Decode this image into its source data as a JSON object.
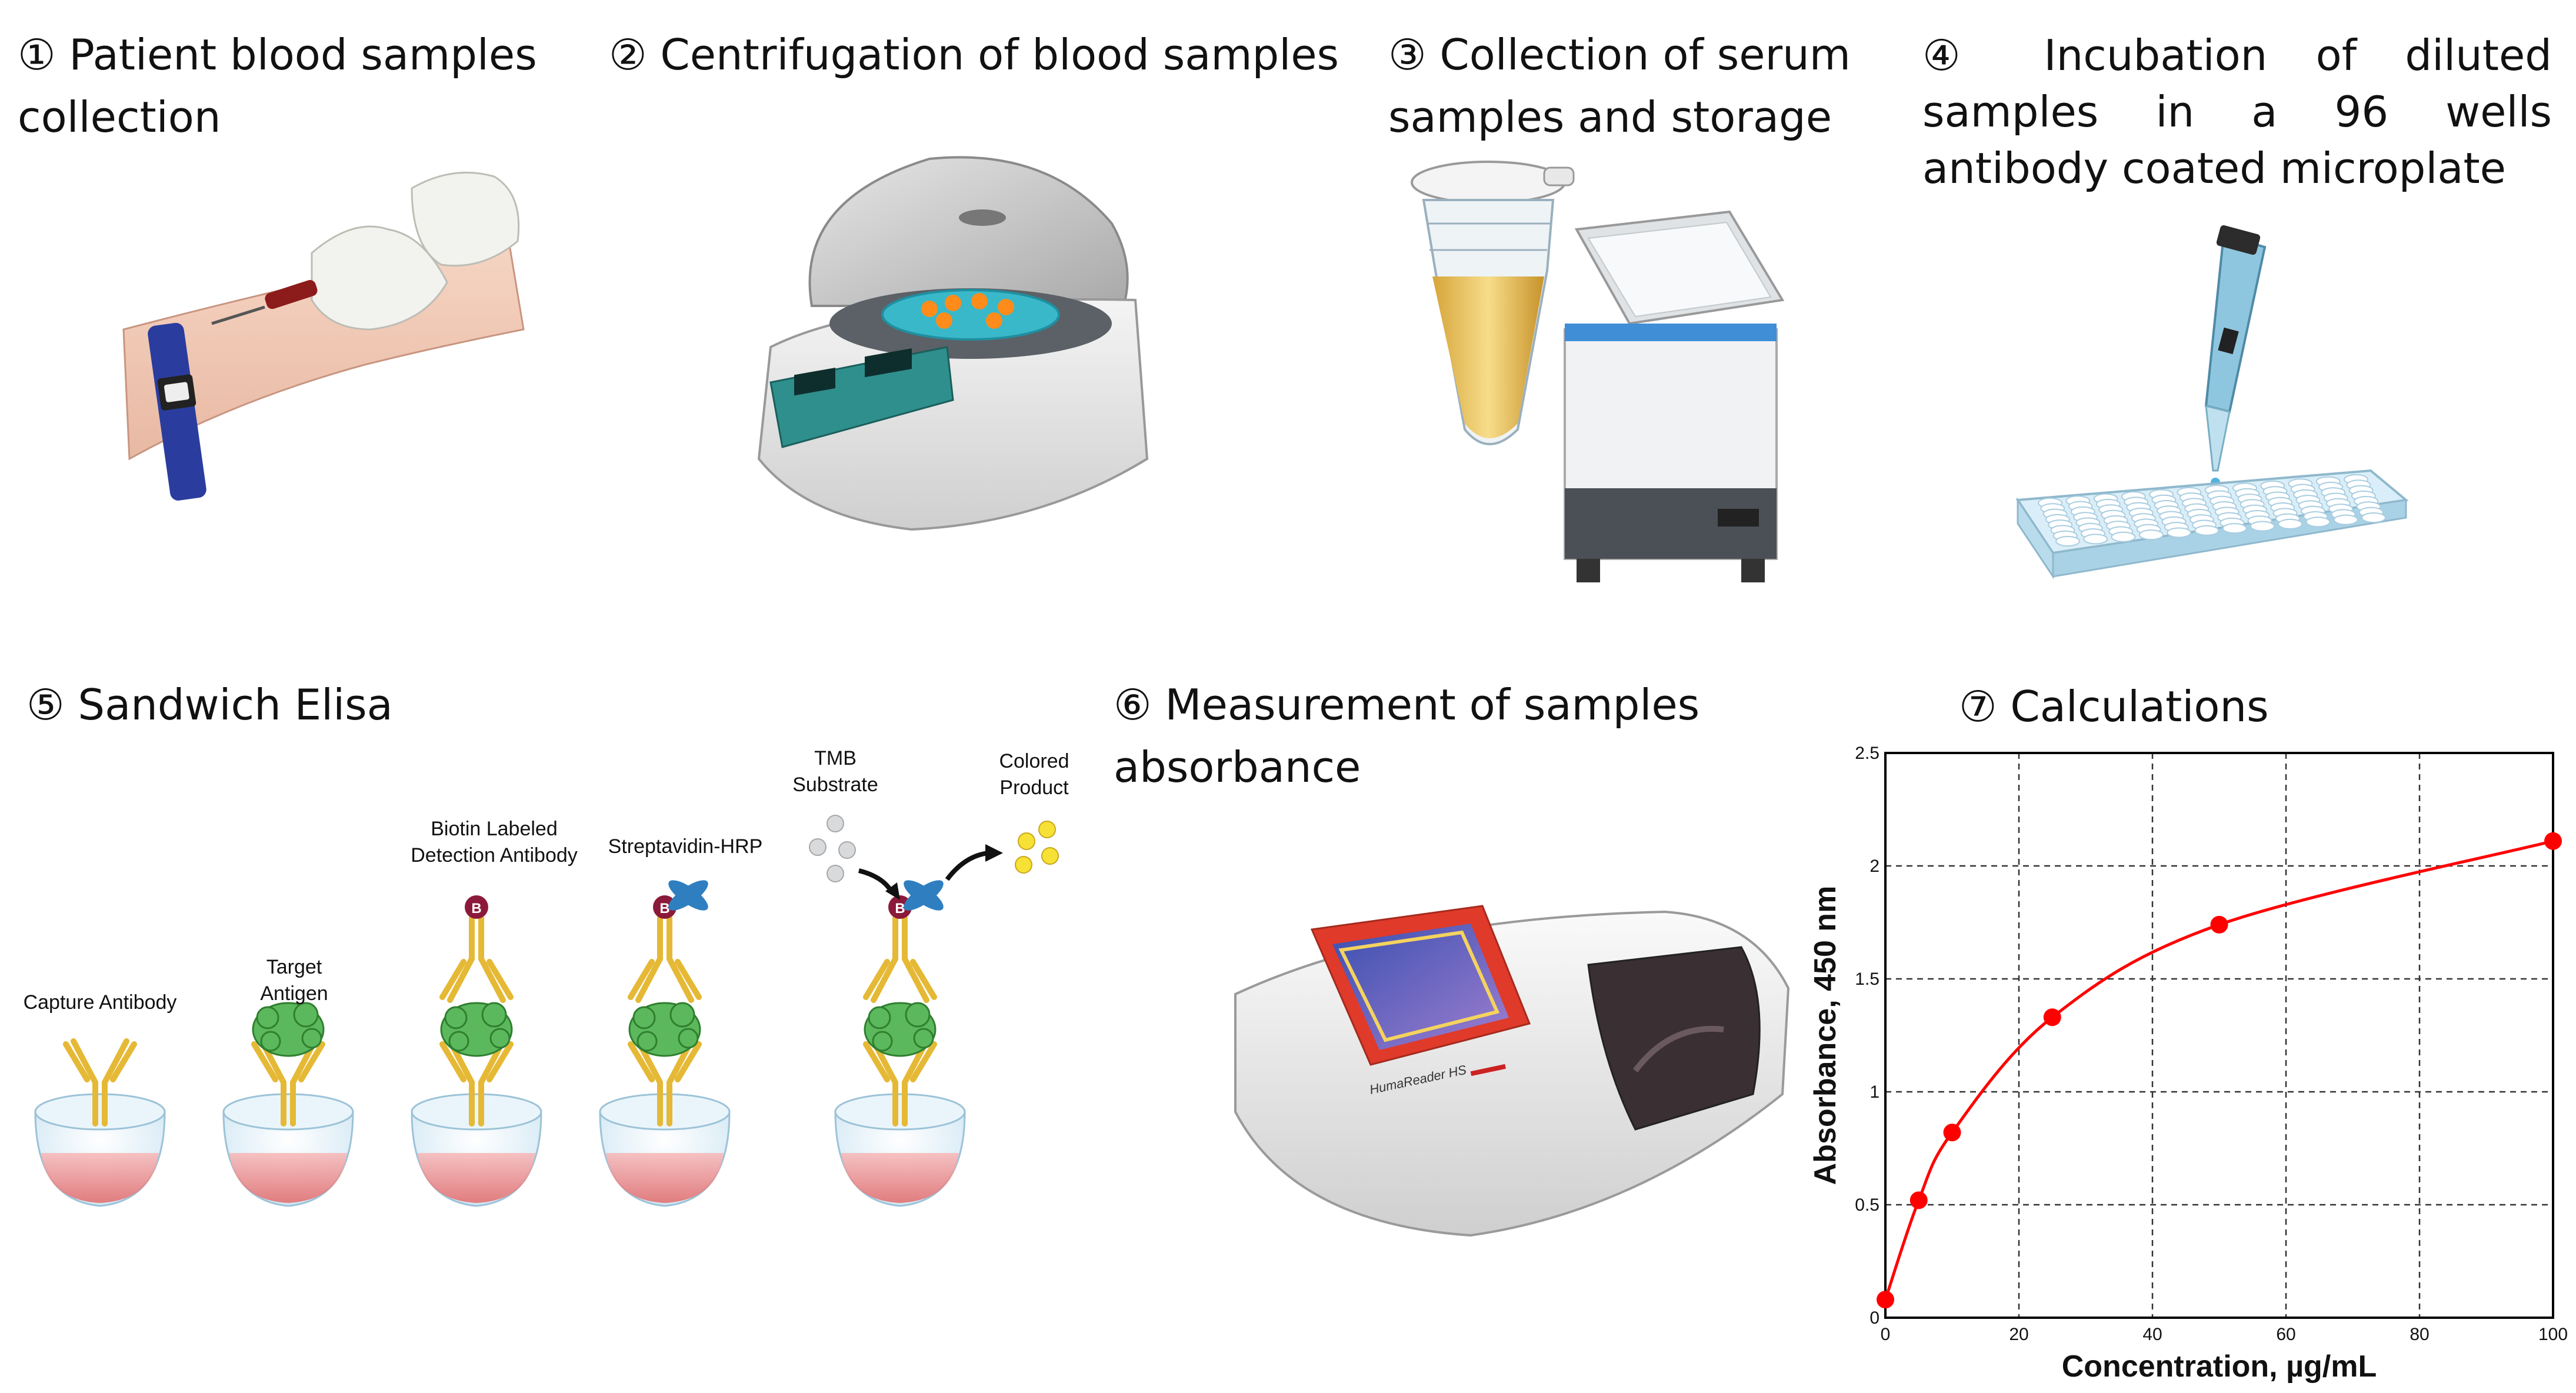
{
  "steps": [
    {
      "lines": [
        "① Patient blood samples",
        "collection"
      ]
    },
    {
      "lines": [
        "② Centrifugation of blood samples"
      ]
    },
    {
      "lines": [
        "③ Collection of serum",
        "samples and storage"
      ]
    },
    {
      "lines": [
        "④  Incubation of diluted",
        "samples in a 96 wells",
        "antibody coated microplate"
      ]
    },
    {
      "lines": [
        "⑤ Sandwich Elisa"
      ]
    },
    {
      "lines": [
        "⑥ Measurement of samples",
        "absorbance"
      ]
    },
    {
      "lines": [
        "⑦ Calculations"
      ]
    }
  ],
  "elisa": {
    "capture": "Capture Antibody",
    "target": [
      "Target",
      "Antigen"
    ],
    "biotin": [
      "Biotin Labeled",
      "Detection Antibody"
    ],
    "strep": "Streptavidin-HRP",
    "tmb": [
      "TMB",
      "Substrate"
    ],
    "colored": [
      "Colored",
      "Product"
    ],
    "biotin_mark": "B"
  },
  "reader": {
    "brand": "HumaReader HS"
  },
  "colors": {
    "curve": "#ff0000",
    "antibody": "#f2c94c",
    "antigen": "#3a9d3a",
    "plate": "#f08a8a",
    "hrp": "#2f7fc0"
  },
  "chart_data": {
    "type": "line",
    "xlabel": "Concentration, µg/mL",
    "ylabel": "Absorbance, 450 nm",
    "xlim": [
      0,
      100
    ],
    "ylim": [
      0,
      2.5
    ],
    "xticks": [
      0,
      20,
      40,
      60,
      80,
      100
    ],
    "yticks": [
      0,
      0.5,
      1,
      1.5,
      2,
      2.5
    ],
    "ytick_labels": [
      "0",
      "0.5",
      "1",
      "1.5",
      "2",
      "2.5"
    ],
    "grid": true,
    "series": [
      {
        "x": [
          0,
          5,
          10,
          25,
          50,
          100
        ],
        "y": [
          0.08,
          0.52,
          0.82,
          1.33,
          1.74,
          2.11
        ]
      }
    ]
  }
}
